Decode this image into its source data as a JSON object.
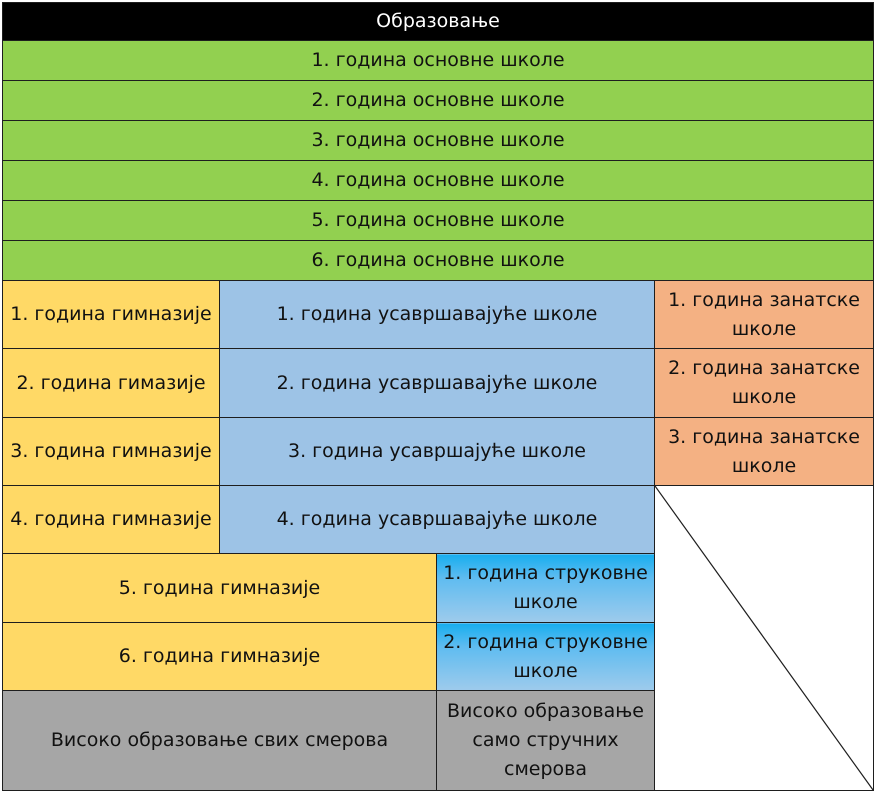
{
  "header": {
    "title": "Образовање"
  },
  "primary": [
    "1. година основне школе",
    "2. година основне школе",
    "3. година основне школе",
    "4. година основне школе",
    "5. година основне школе",
    "6. година основне школе"
  ],
  "gymnasium": [
    "1. година гимназије",
    "2. година гимазије",
    "3. година гимназије",
    "4. година гимназије",
    "5. година гимназије",
    "6. година гимназије"
  ],
  "advanced": [
    "1. година усавршавајуће школе",
    "2. година усавршавајуће школе",
    "3. година усавршајуће школе",
    "4. година усавршавајуће школе"
  ],
  "craft": [
    "1. година занатске школе",
    "2. година занатске школе",
    "3. година занатске школе"
  ],
  "vocational": [
    "1. година струковне школе",
    "2. година струковне школе"
  ],
  "higher": {
    "all": "Високо образовање свих смерова",
    "professional": "Високо образовање само стручних смерова"
  },
  "colors": {
    "header": "#000000",
    "primary": "#92d050",
    "gymnasium": "#ffd966",
    "advanced": "#9dc3e6",
    "craft": "#f4b183",
    "vocational": "#17aeef",
    "higher": "#a6a6a6"
  }
}
